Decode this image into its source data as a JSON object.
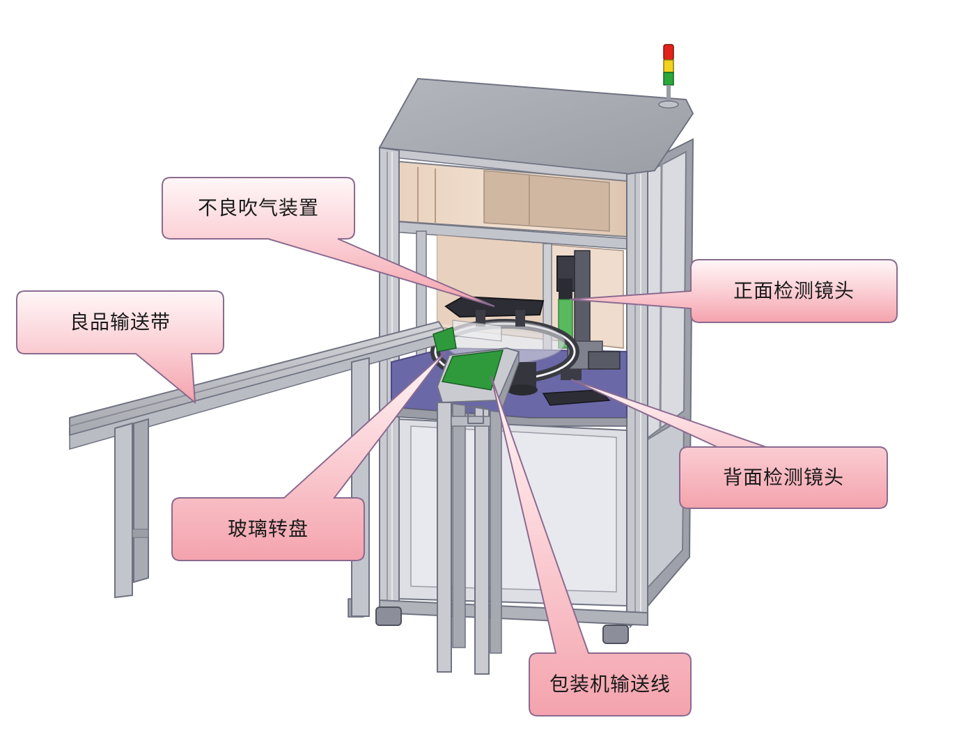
{
  "diagram": {
    "colors": {
      "callout_fill_top": "#fff3f4",
      "callout_fill_bottom": "#f6a9b2",
      "callout_border": "#8a6a8f",
      "frame_gray": "#bfc1c8",
      "frame_dark": "#6f7280",
      "cabinet_top": "#a9abb3",
      "glass_tint": "#f0dccb",
      "table_purple": "#6a67a8",
      "conveyor_green": "#2f9a3c",
      "lower_panel": "#dfe0e6",
      "light_red": "#e3231b",
      "light_yellow": "#f2d21c",
      "light_green": "#2aa83a"
    },
    "callouts": [
      {
        "id": "reject",
        "text": "不良吹气装置"
      },
      {
        "id": "good",
        "text": "良品输送带"
      },
      {
        "id": "front",
        "text": "正面检测镜头"
      },
      {
        "id": "back",
        "text": "背面检测镜头"
      },
      {
        "id": "turntable",
        "text": "玻璃转盘"
      },
      {
        "id": "pack",
        "text": "包装机输送线"
      }
    ]
  }
}
